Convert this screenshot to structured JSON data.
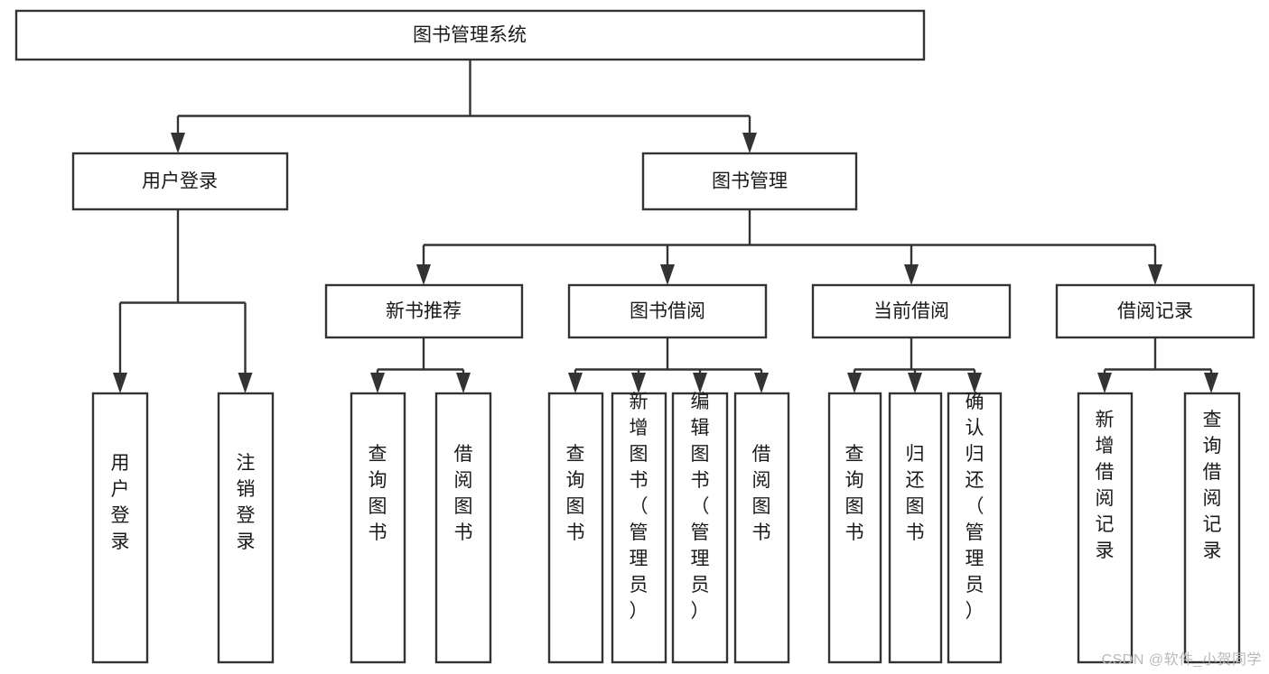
{
  "diagram": {
    "type": "tree",
    "title": "图书管理系统",
    "watermark": "CSDN @软件_小贺同学",
    "colors": {
      "stroke": "#333333",
      "fill": "#ffffff",
      "text": "#1a1a1a",
      "watermark": "#b9b9b9"
    },
    "nodes": {
      "root": {
        "label": "图书管理系统"
      },
      "level1": [
        {
          "label": "用户登录"
        },
        {
          "label": "图书管理"
        }
      ],
      "level2": [
        {
          "label": "新书推荐"
        },
        {
          "label": "图书借阅"
        },
        {
          "label": "当前借阅"
        },
        {
          "label": "借阅记录"
        }
      ],
      "leaves": {
        "user_login": [
          {
            "label": "用户登录"
          },
          {
            "label": "注销登录"
          }
        ],
        "new_book": [
          {
            "label": "查询图书"
          },
          {
            "label": "借阅图书"
          }
        ],
        "borrow_book": [
          {
            "label": "查询图书"
          },
          {
            "label": "新增图书（管理员）"
          },
          {
            "label": "编辑图书（管理员）"
          },
          {
            "label": "借阅图书"
          }
        ],
        "current_borrow": [
          {
            "label": "查询图书"
          },
          {
            "label": "归还图书"
          },
          {
            "label": "确认归还（管理员）"
          }
        ],
        "borrow_record": [
          {
            "label": "新增借阅记录"
          },
          {
            "label": "查询借阅记录"
          }
        ]
      }
    }
  }
}
